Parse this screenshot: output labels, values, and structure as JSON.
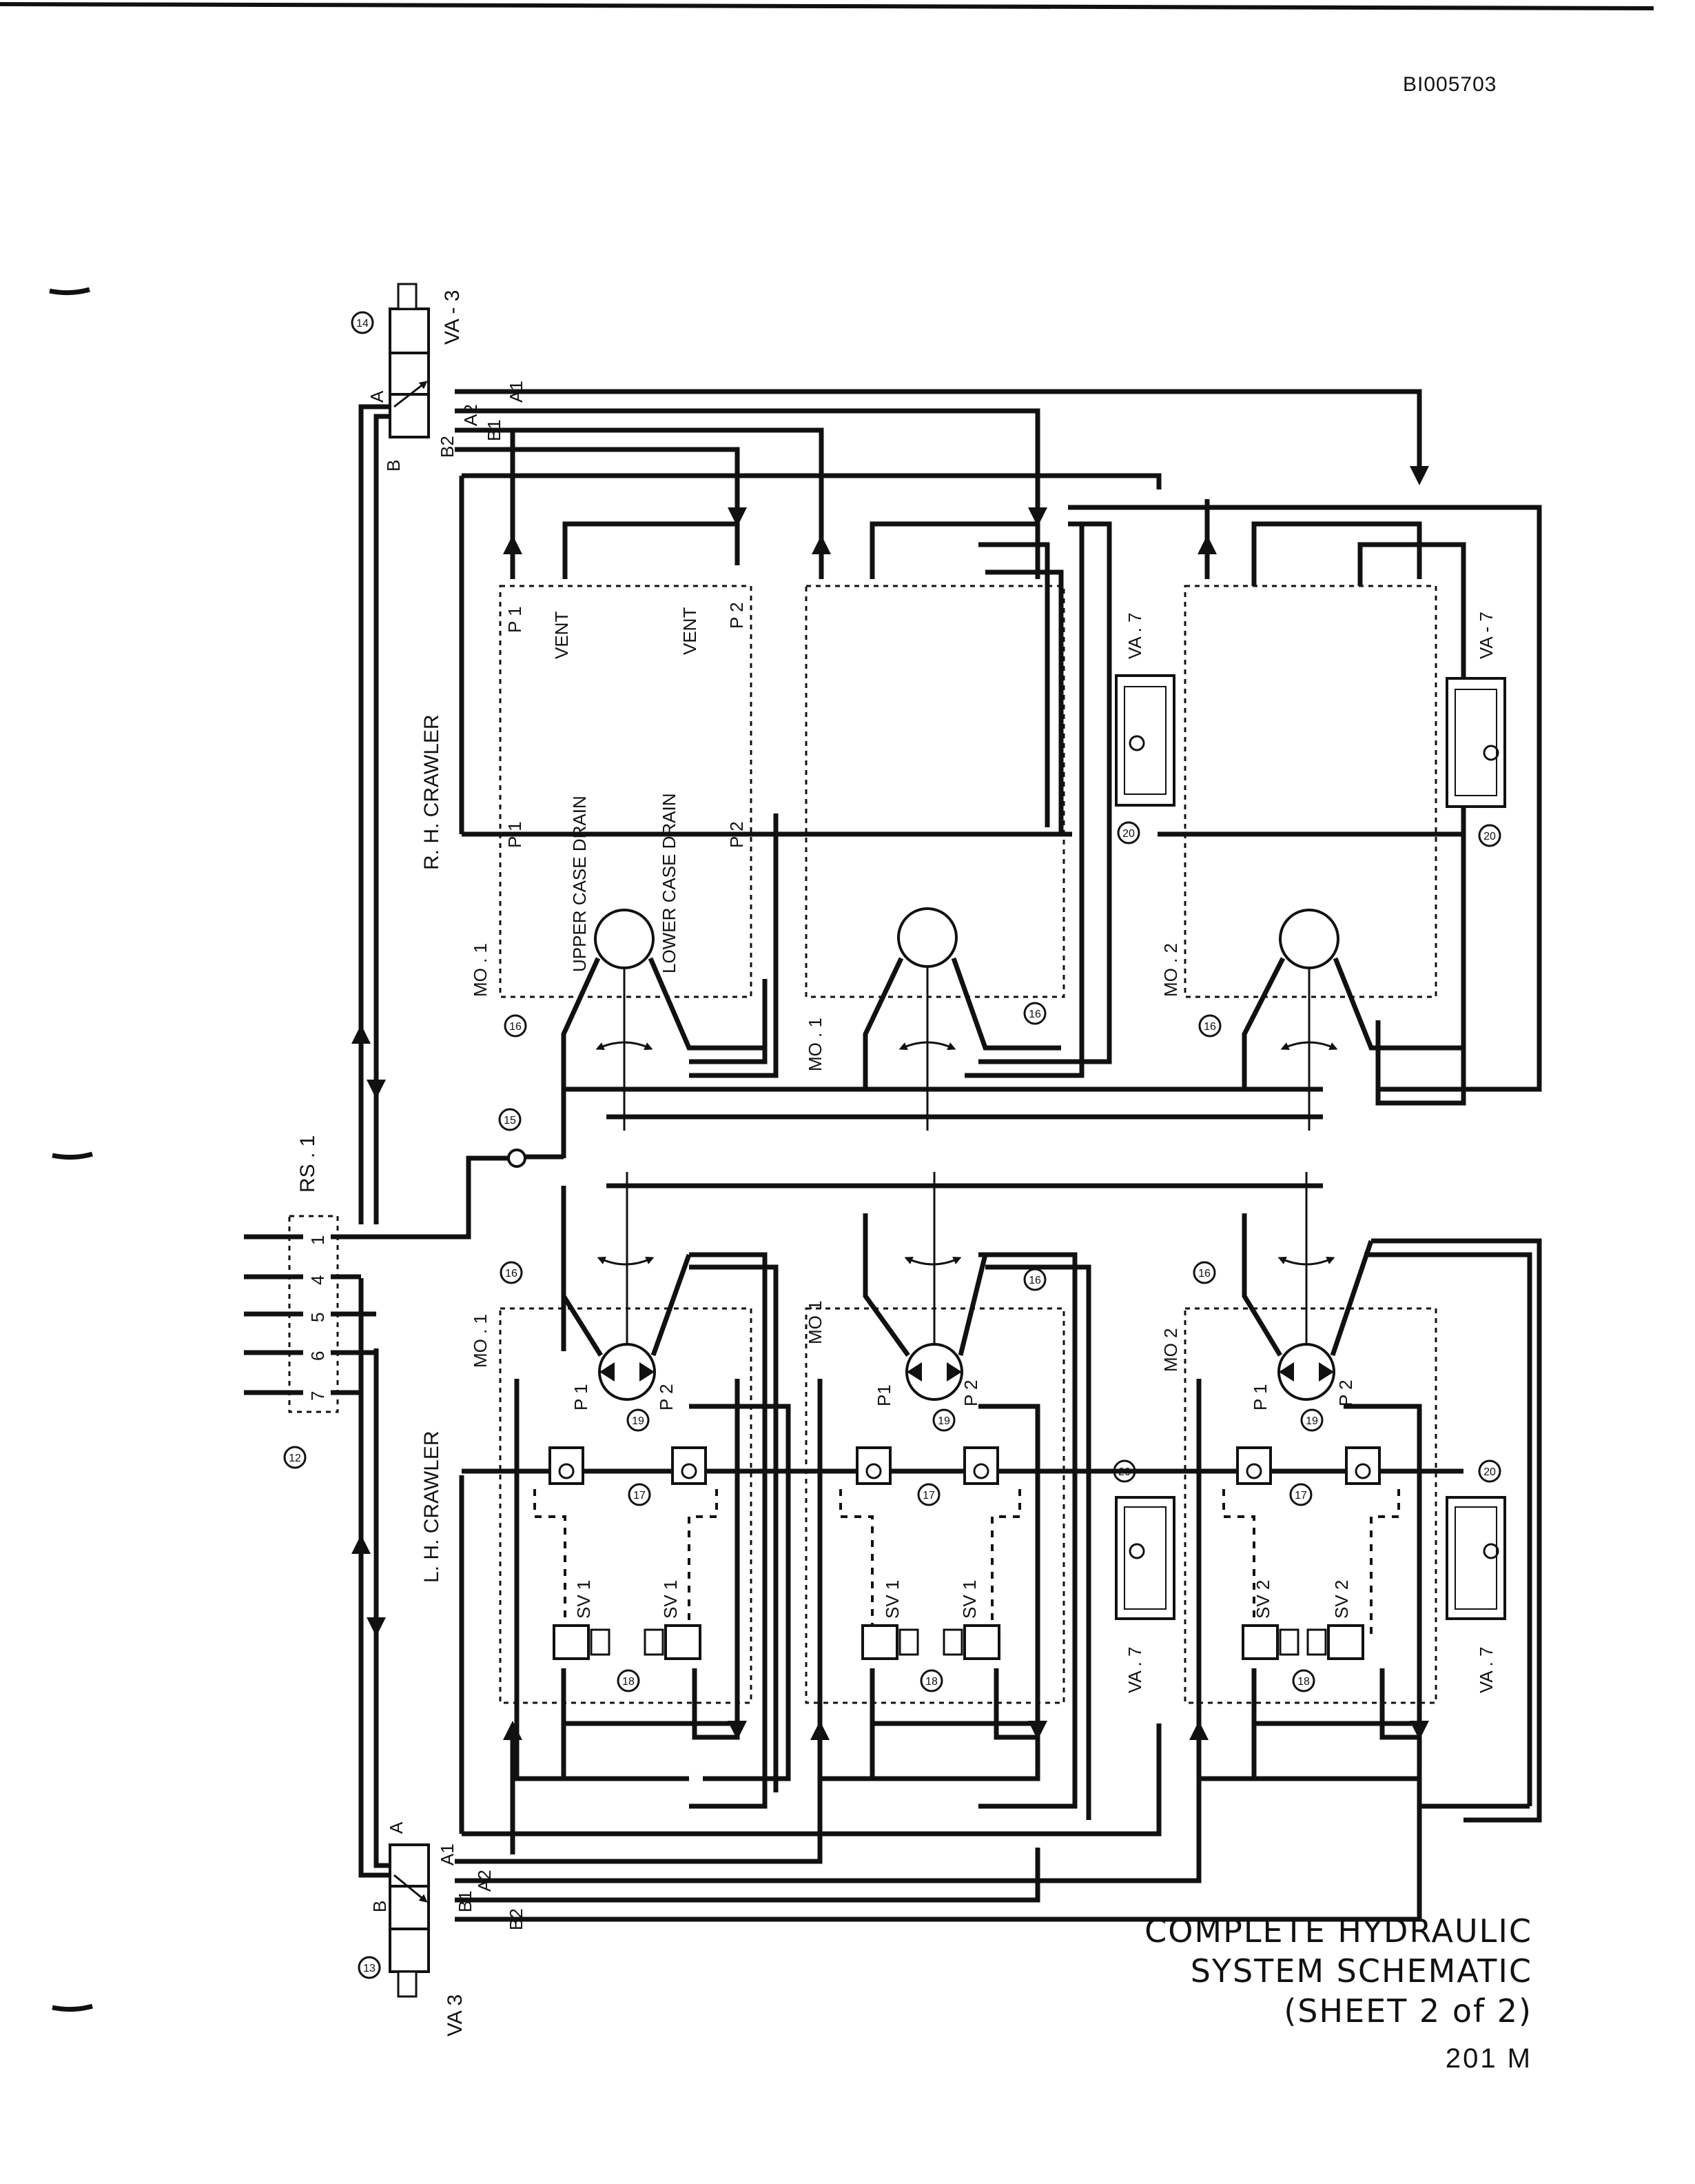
{
  "doc_id": "BI005703",
  "title": {
    "line1": "COMPLETE HYDRAULIC",
    "line2": "SYSTEM SCHEMATIC",
    "line3": "(SHEET 2 of 2)"
  },
  "page_number": "201 M",
  "labels": {
    "rh_crawler": "R. H. CRAWLER",
    "lh_crawler": "L. H. CRAWLER",
    "upper_case_drain": "UPPER CASE DRAIN",
    "lower_case_drain": "LOWER CASE DRAIN",
    "vent": "VENT",
    "p1": "P 1",
    "p2": "P 2",
    "p1_compact": "P1",
    "mo1": "MO . 1",
    "mo1_alt": "MO  1",
    "mo2": "MO . 2",
    "mo2_alt": "MO  2",
    "va3_top": "VA - 3",
    "va3_bottom": "VA  3",
    "va7": "VA . 7",
    "va7_alt": "VA - 7",
    "rs1": "RS . 1",
    "sv1": "SV  1",
    "sv2": "SV  2",
    "port_a": "A",
    "port_b": "B",
    "port_a1": "A1",
    "port_a2": "A2",
    "port_b1": "B1",
    "port_b2": "B2",
    "rs_pins": [
      "1",
      "4",
      "5",
      "6",
      "7"
    ]
  },
  "callouts": {
    "c12": "12",
    "c13": "13",
    "c14": "14",
    "c15": "15",
    "c16": "16",
    "c17": "17",
    "c18": "18",
    "c19": "19",
    "c20": "20"
  }
}
